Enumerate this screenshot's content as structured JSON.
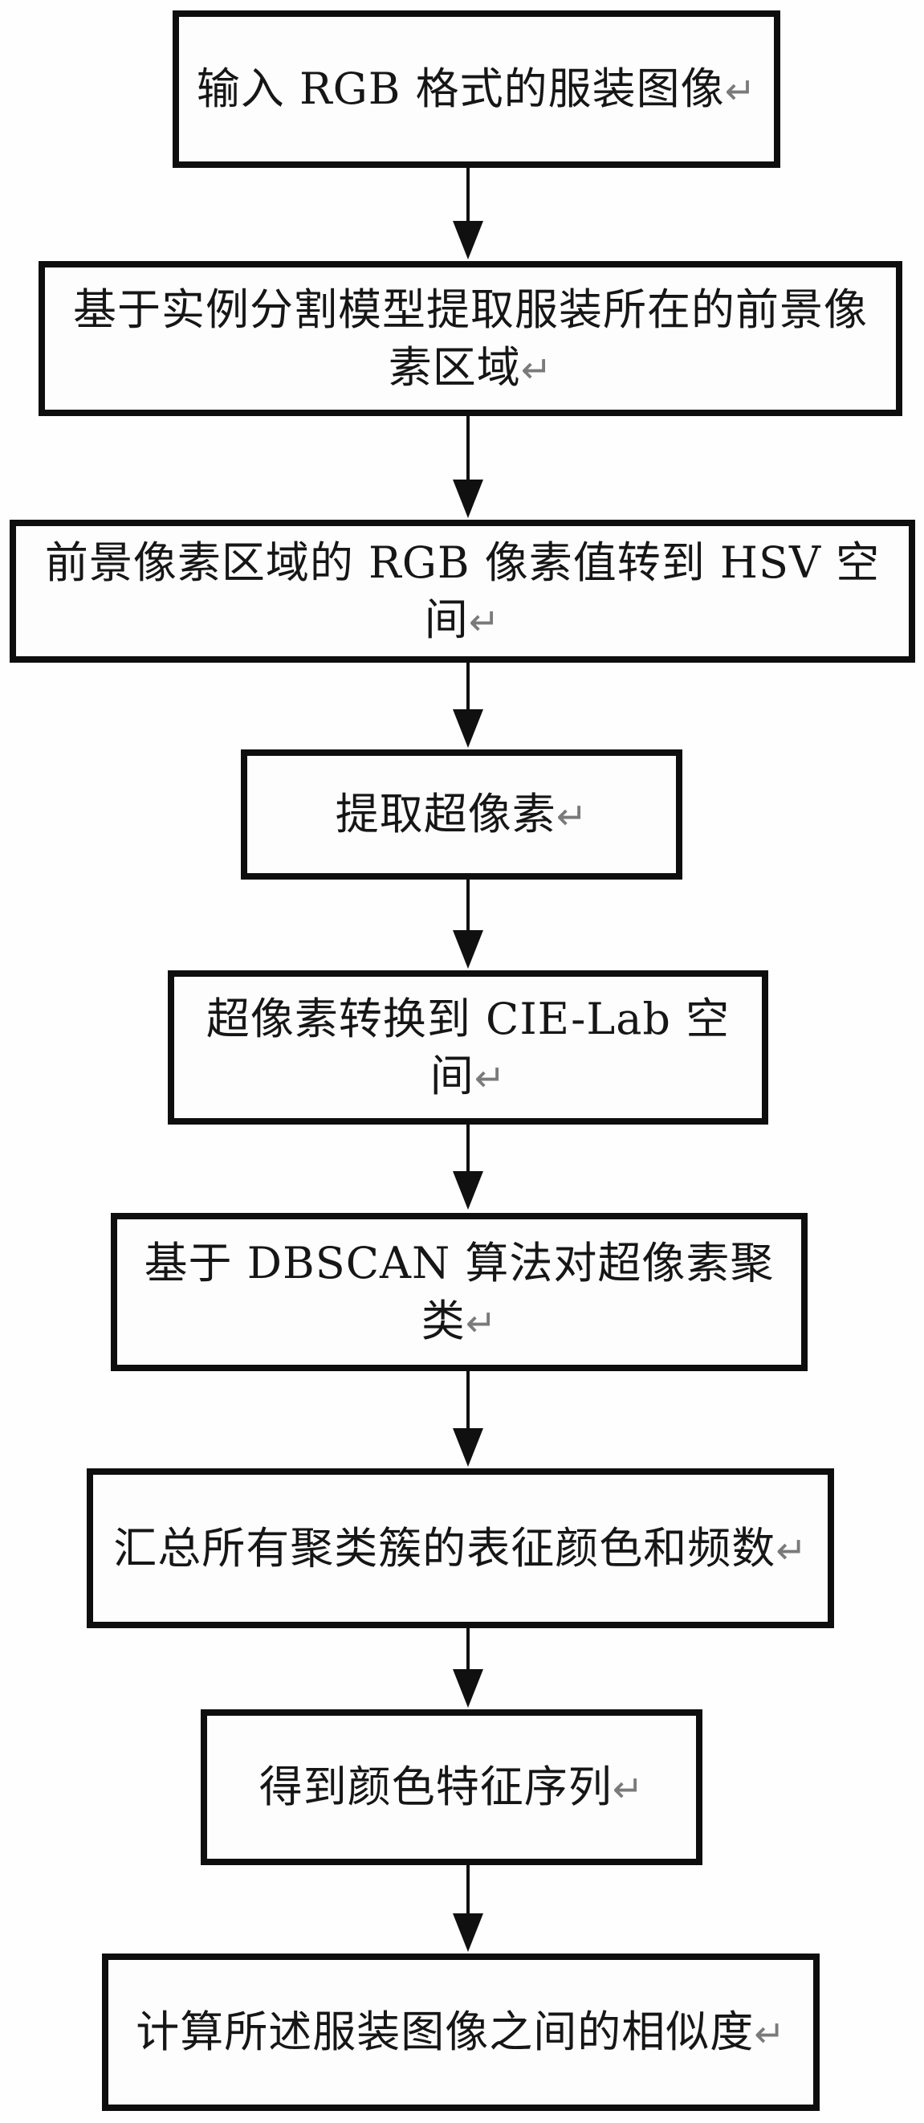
{
  "diagram": {
    "type": "flowchart",
    "direction": "top-down",
    "return_mark": "↵",
    "colors": {
      "background": "#fefefe",
      "box_border": "#0e0e0e",
      "text": "#161616",
      "arrow": "#101010",
      "return_mark": "#7a7a7a"
    },
    "boxes": [
      {
        "id": "step-1",
        "label": "输入 RGB 格式的服装图像"
      },
      {
        "id": "step-2",
        "label": "基于实例分割模型提取服装所在的前景像素区域"
      },
      {
        "id": "step-3",
        "label": "前景像素区域的 RGB 像素值转到 HSV 空间"
      },
      {
        "id": "step-4",
        "label": "提取超像素"
      },
      {
        "id": "step-5",
        "label": "超像素转换到 CIE-Lab 空间"
      },
      {
        "id": "step-6",
        "label": "基于 DBSCAN 算法对超像素聚类"
      },
      {
        "id": "step-7",
        "label": "汇总所有聚类簇的表征颜色和频数"
      },
      {
        "id": "step-8",
        "label": "得到颜色特征序列"
      },
      {
        "id": "step-9",
        "label": "计算所述服装图像之间的相似度"
      }
    ],
    "connections": [
      {
        "from": "step-1",
        "to": "step-2"
      },
      {
        "from": "step-2",
        "to": "step-3"
      },
      {
        "from": "step-3",
        "to": "step-4"
      },
      {
        "from": "step-4",
        "to": "step-5"
      },
      {
        "from": "step-5",
        "to": "step-6"
      },
      {
        "from": "step-6",
        "to": "step-7"
      },
      {
        "from": "step-7",
        "to": "step-8"
      },
      {
        "from": "step-8",
        "to": "step-9"
      }
    ]
  }
}
